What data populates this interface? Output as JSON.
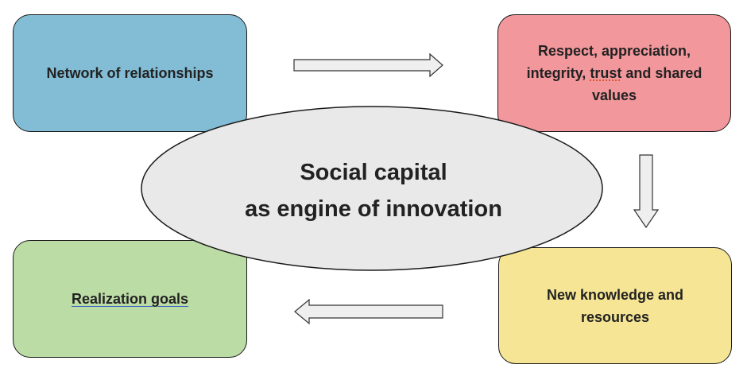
{
  "boxes": {
    "network": {
      "label": "Network of relationships",
      "fill": "#82bcd5"
    },
    "respect": {
      "line1": "Respect, appreciation,",
      "line2_pre": "integrity, ",
      "line2_trust": "trust",
      "line2_post": " and shared",
      "line3": "values",
      "fill": "#f2979b"
    },
    "knowledge": {
      "line1": "New knowledge and",
      "line2": "resources",
      "fill": "#f5e594"
    },
    "realization": {
      "label": "Realization  goals",
      "fill": "#bcdca6"
    }
  },
  "center": {
    "line1": "Social capital",
    "line2": "as engine of innovation",
    "fill": "#e9e9e9"
  },
  "arrows": {
    "fill": "#efefef",
    "directions": [
      "right",
      "down",
      "left"
    ]
  }
}
